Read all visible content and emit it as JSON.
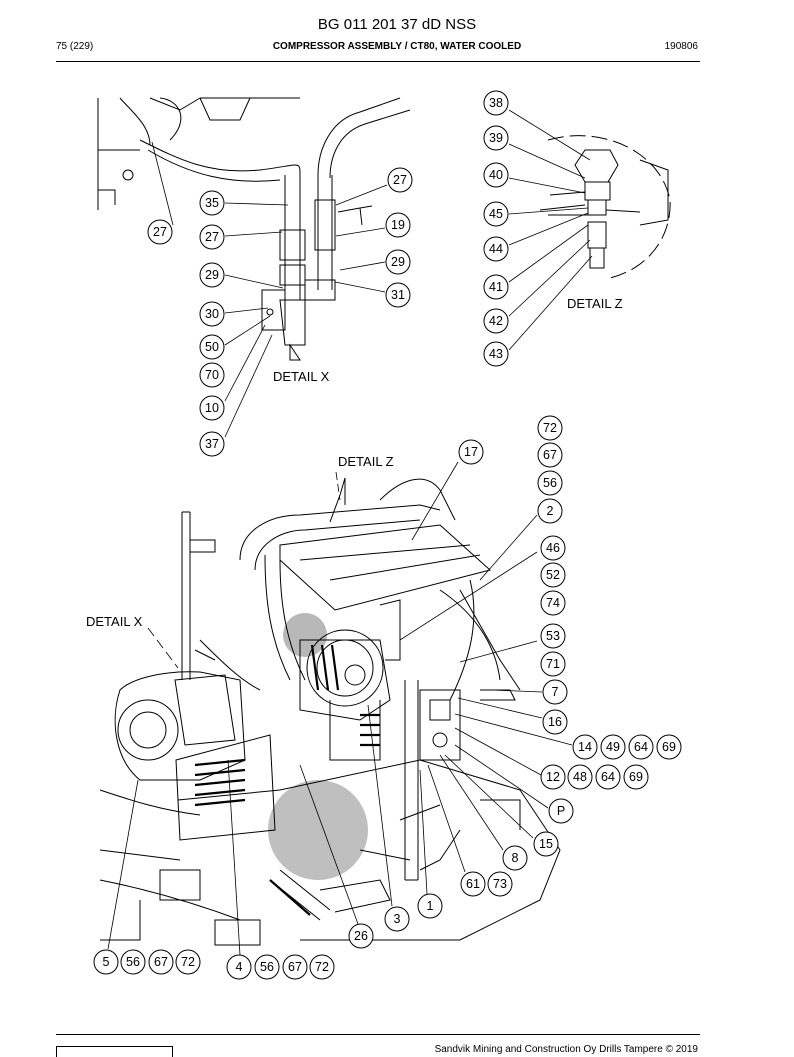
{
  "header": {
    "doc_id": "BG 011 201 37 dD NSS",
    "page": "75 (229)",
    "title": "COMPRESSOR ASSEMBLY / CT80, WATER COOLED",
    "date": "190806"
  },
  "details": {
    "x_top": "DETAIL X",
    "z_top": "DETAIL Z",
    "z_main": "DETAIL Z",
    "x_main": "DETAIL X"
  },
  "callouts": {
    "c38": "38",
    "c39": "39",
    "c40": "40",
    "c45": "45",
    "c44": "44",
    "c41": "41",
    "c42": "42",
    "c43": "43",
    "c35": "35",
    "c27a": "27",
    "c27b": "27",
    "c27c": "27",
    "c19": "19",
    "c29a": "29",
    "c29b": "29",
    "c31": "31",
    "c30": "30",
    "c50": "50",
    "c70": "70",
    "c10": "10",
    "c37": "37",
    "c72a": "72",
    "c67a": "67",
    "c56a": "56",
    "c2": "2",
    "c17": "17",
    "c46": "46",
    "c52": "52",
    "c74": "74",
    "c53": "53",
    "c71": "71",
    "c7": "7",
    "c16": "16",
    "c14": "14",
    "c49": "49",
    "c64a": "64",
    "c69a": "69",
    "c12": "12",
    "c48": "48",
    "c64b": "64",
    "c69b": "69",
    "cP": "P",
    "c15": "15",
    "c8": "8",
    "c61": "61",
    "c73": "73",
    "c1": "1",
    "c3": "3",
    "c26": "26",
    "c5": "5",
    "c56b": "56",
    "c67b": "67",
    "c72b": "72",
    "c4": "4",
    "c56c": "56",
    "c67c": "67",
    "c72c": "72"
  },
  "footer": {
    "copyright": "Sandvik Mining and Construction Oy Drills Tampere © 2019"
  }
}
